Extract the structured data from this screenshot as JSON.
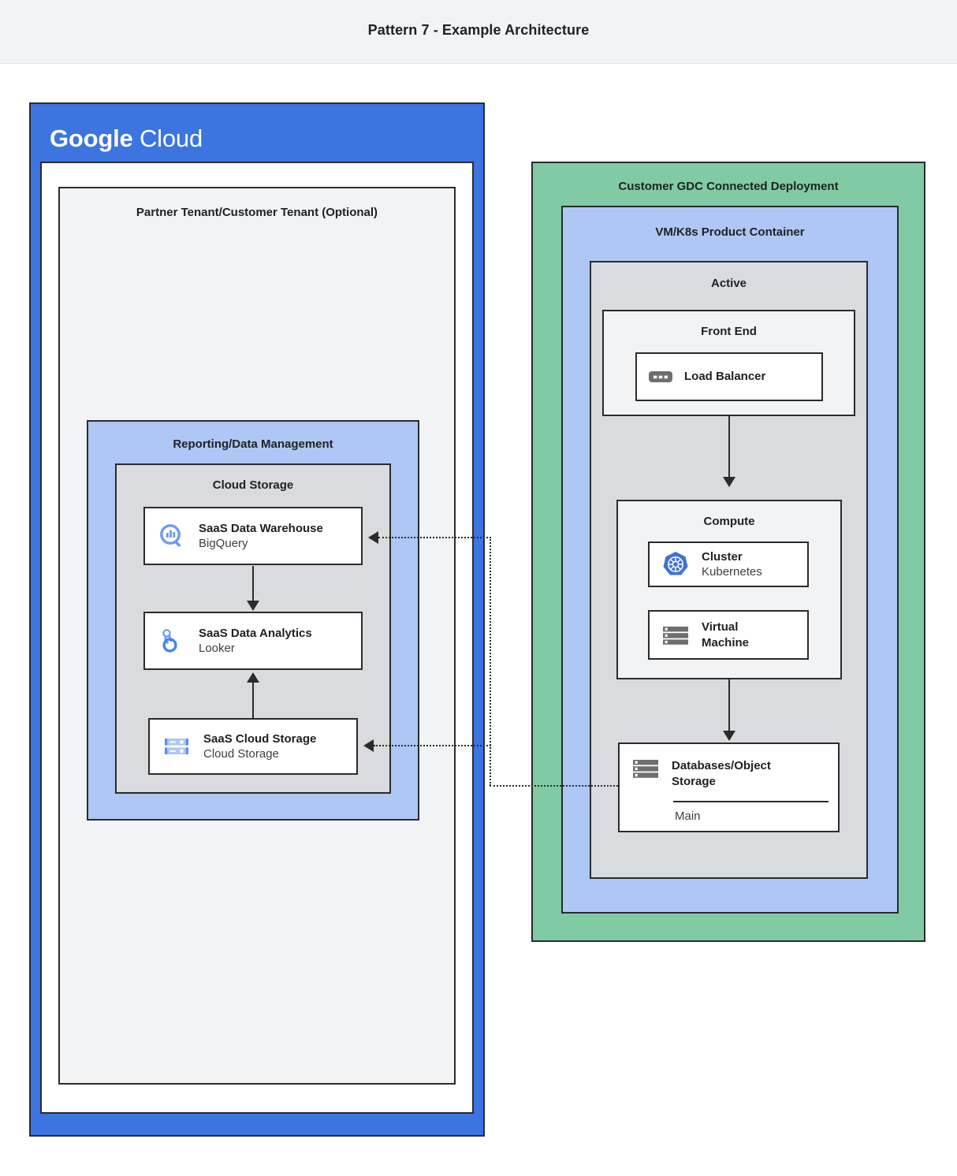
{
  "header": {
    "title": "Pattern 7 - Example Architecture"
  },
  "google_cloud": {
    "logo_bold": "Google",
    "logo_light": "Cloud",
    "zone_color": "#3c74e0",
    "tenant": {
      "title": "Partner Tenant/Customer Tenant (Optional)"
    },
    "reporting": {
      "title": "Reporting/Data Management",
      "color": "#aec7f5"
    },
    "cloud_storage_group": {
      "title": "Cloud Storage",
      "color": "#d9dbde"
    },
    "services": [
      {
        "name": "SaaS Data Warehouse",
        "product": "BigQuery",
        "icon": "bigquery-icon"
      },
      {
        "name": "SaaS Data Analytics",
        "product": "Looker",
        "icon": "looker-icon"
      },
      {
        "name": "SaaS Cloud Storage",
        "product": "Cloud Storage",
        "icon": "cloud-storage-icon"
      }
    ]
  },
  "gdc": {
    "title": "Customer GDC Connected Deployment",
    "zone_color": "#81cba4",
    "container": {
      "title": "VM/K8s Product Container",
      "color": "#aec7f5"
    },
    "active": {
      "title": "Active",
      "color": "#d9dbde"
    },
    "front_end": {
      "title": "Front End"
    },
    "compute": {
      "title": "Compute"
    },
    "load_balancer": {
      "name": "Load Balancer",
      "icon": "load-balancer-icon"
    },
    "cluster": {
      "name": "Cluster",
      "product": "Kubernetes",
      "icon": "kubernetes-icon"
    },
    "virtual_machine": {
      "name_line1": "Virtual",
      "name_line2": "Machine",
      "icon": "virtual-machine-icon"
    },
    "database": {
      "name_line1": "Databases/Object",
      "name_line2": "Storage",
      "detail": "Main",
      "icon": "database-icon"
    }
  },
  "connectors": [
    {
      "from": "SaaS Data Warehouse",
      "to": "SaaS Data Analytics",
      "style": "solid",
      "direction": "down"
    },
    {
      "from": "SaaS Cloud Storage",
      "to": "SaaS Data Analytics",
      "style": "solid",
      "direction": "up"
    },
    {
      "from": "Load Balancer",
      "to": "Compute",
      "style": "solid",
      "direction": "down"
    },
    {
      "from": "Compute",
      "to": "Databases/Object Storage",
      "style": "solid",
      "direction": "down"
    },
    {
      "from": "Databases/Object Storage",
      "to": "SaaS Data Warehouse",
      "style": "dotted",
      "direction": "left"
    },
    {
      "from": "Databases/Object Storage",
      "to": "SaaS Cloud Storage",
      "style": "dotted",
      "direction": "left"
    }
  ]
}
